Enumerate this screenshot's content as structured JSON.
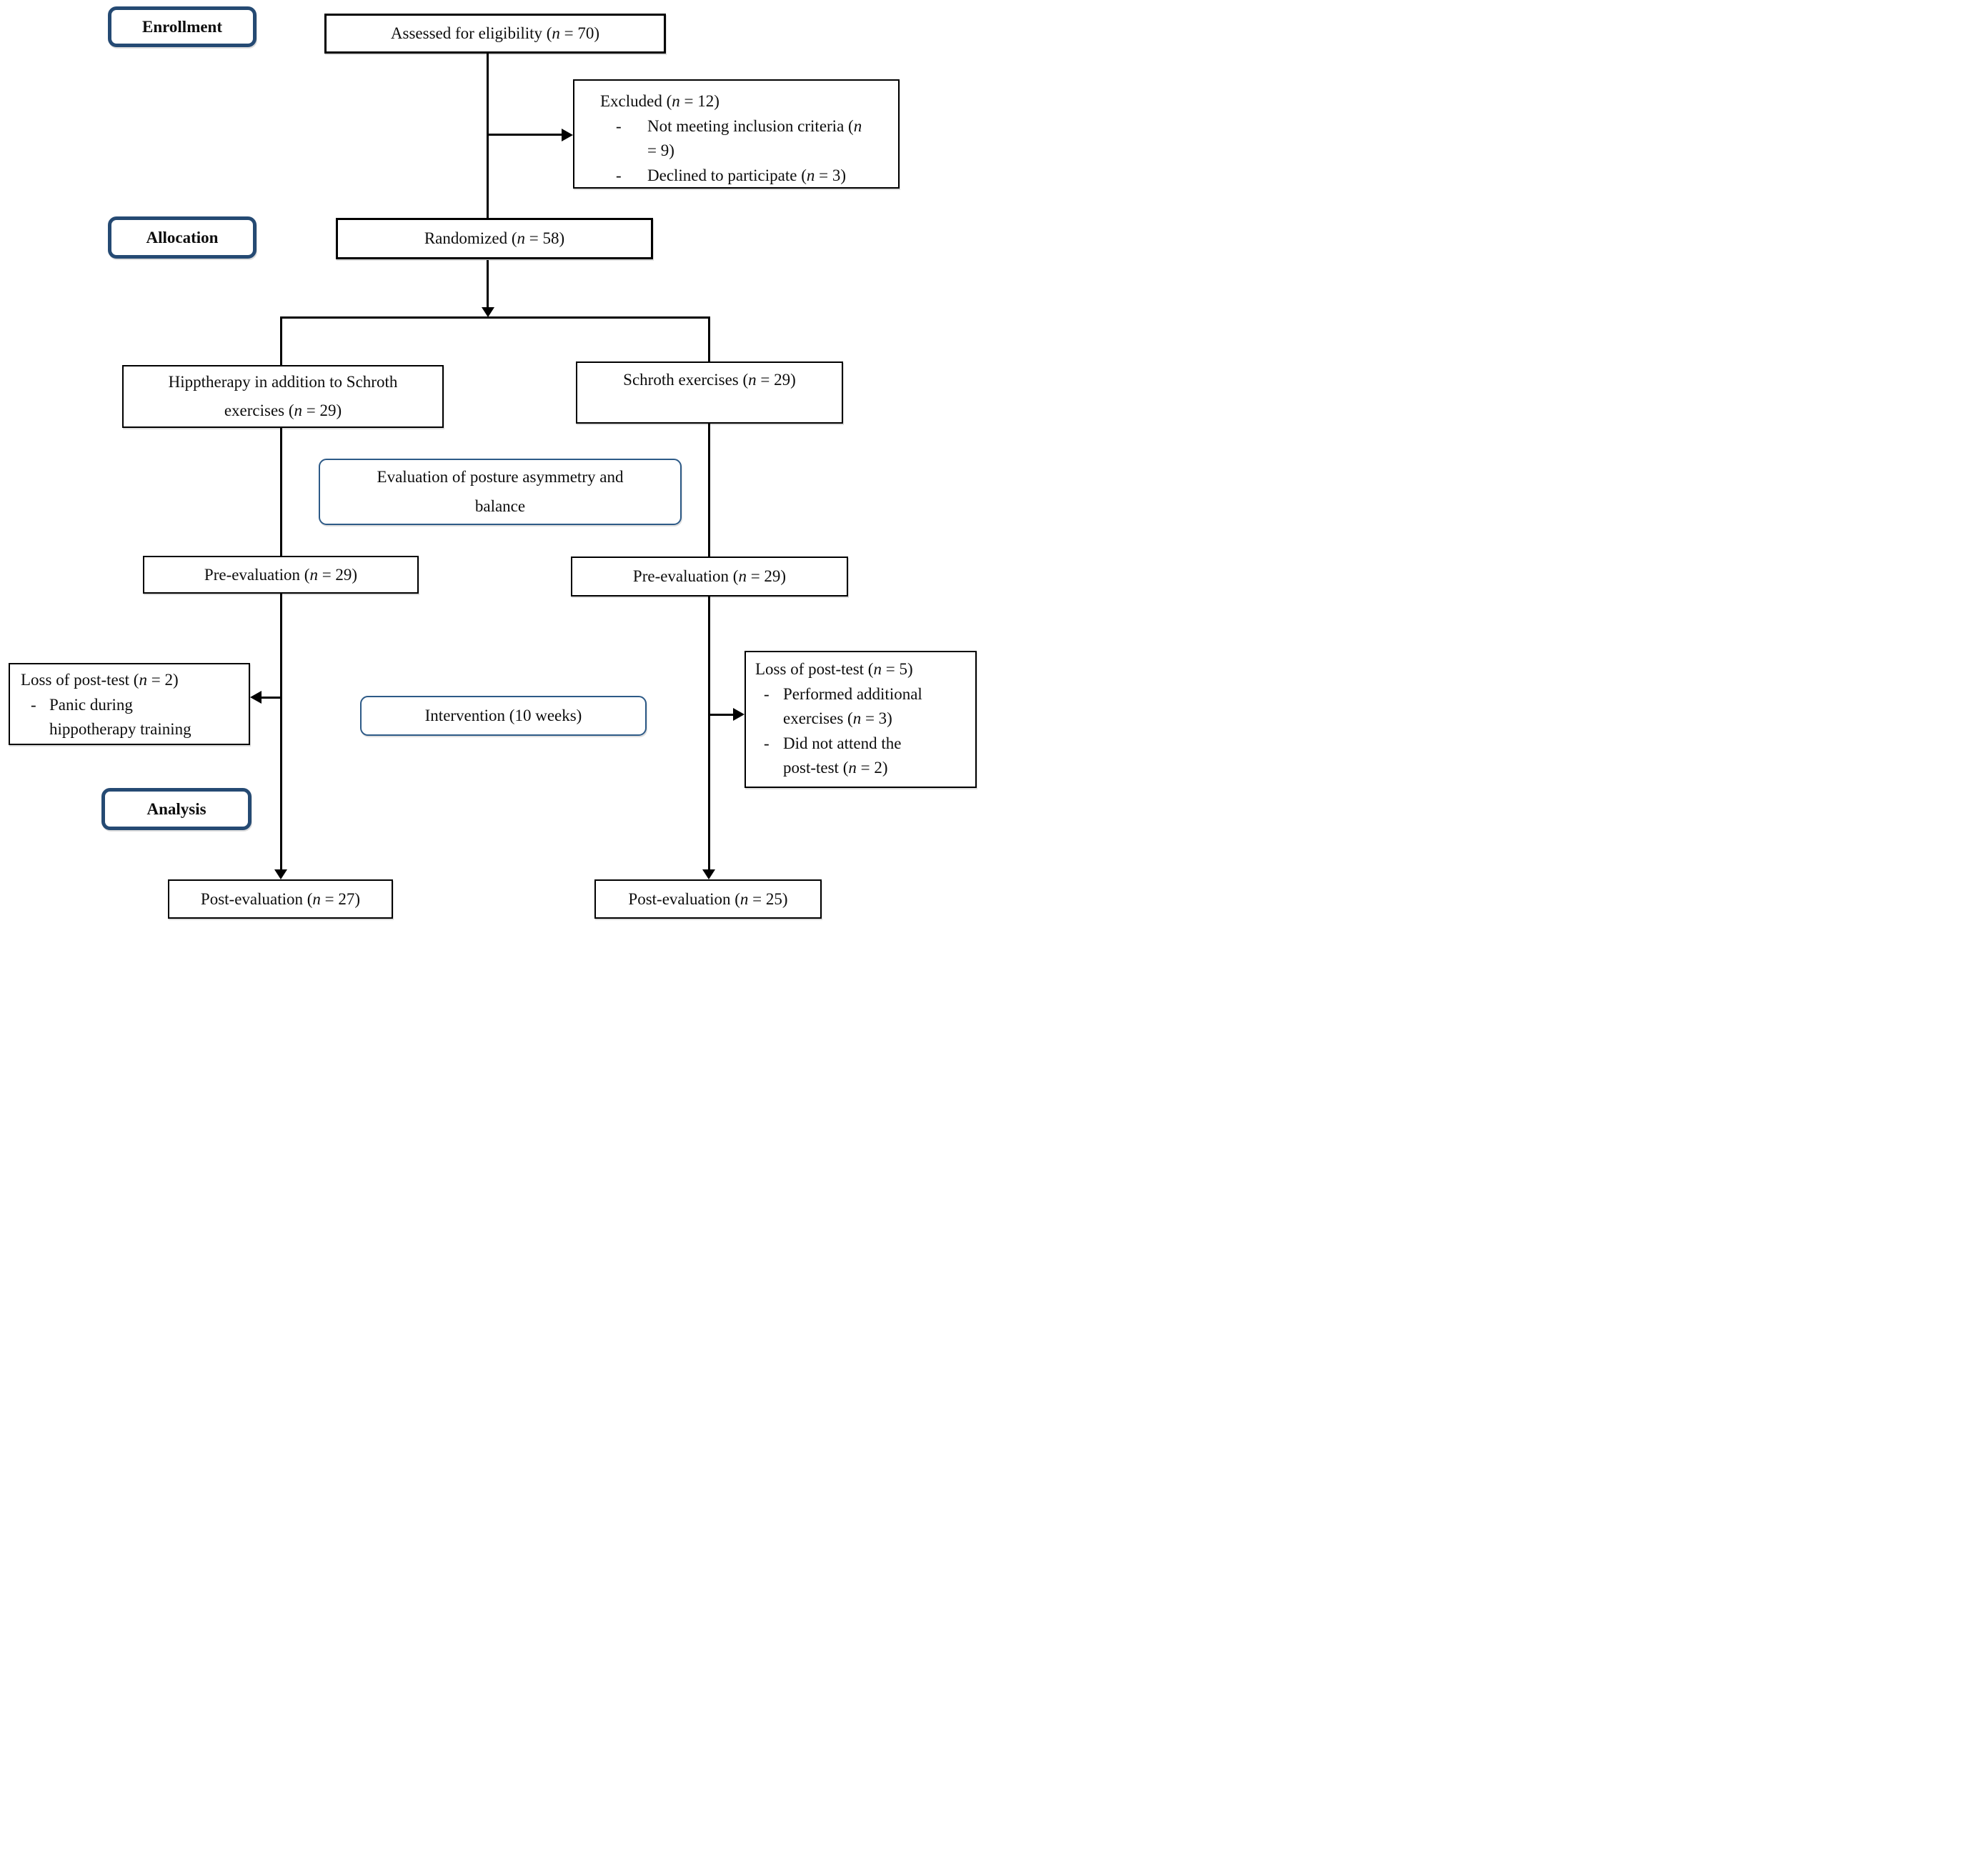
{
  "diagram": {
    "kind": "consort-flow-diagram",
    "stages": {
      "enrollment": "Enrollment",
      "allocation": "Allocation",
      "analysis": "Analysis"
    },
    "boxes": {
      "assessed": "Assessed for eligibility (n = 70)",
      "excluded": {
        "title": "Excluded (n = 12)",
        "bullet_marker": "-",
        "items": [
          "Not meeting inclusion criteria (n = 9)",
          "Declined to participate (n = 3)"
        ]
      },
      "randomized": "Randomized (n = 58)",
      "group_left": "Hipptherapy in addition to Schroth exercises (n = 29)",
      "group_right": "Schroth  exercises (n = 29)",
      "evaluation": "Evaluation of posture asymmetry and balance",
      "pre_evaluation_left": "Pre-evaluation (n = 29)",
      "pre_evaluation_right": "Pre-evaluation (n = 29)",
      "loss_left": {
        "title": "Loss of post-test (n = 2)",
        "bullet_marker": "-",
        "items": [
          "Panic during hippotherapy training"
        ]
      },
      "intervention": "Intervention (10 weeks)",
      "loss_right": {
        "title": "Loss of post-test (n = 5)",
        "bullet_marker": "-",
        "items": [
          "Performed additional exercises (n = 3)",
          "Did not attend the post-test (n = 2)"
        ]
      },
      "post_evaluation_left": "Post-evaluation (n = 27)",
      "post_evaluation_right": "Post-evaluation (n = 25)"
    },
    "colors": {
      "stage_border": "#254a73",
      "pill_border": "#2d5a87",
      "box_border": "#000000",
      "background": "#ffffff",
      "text": "#0d0d0d"
    }
  }
}
